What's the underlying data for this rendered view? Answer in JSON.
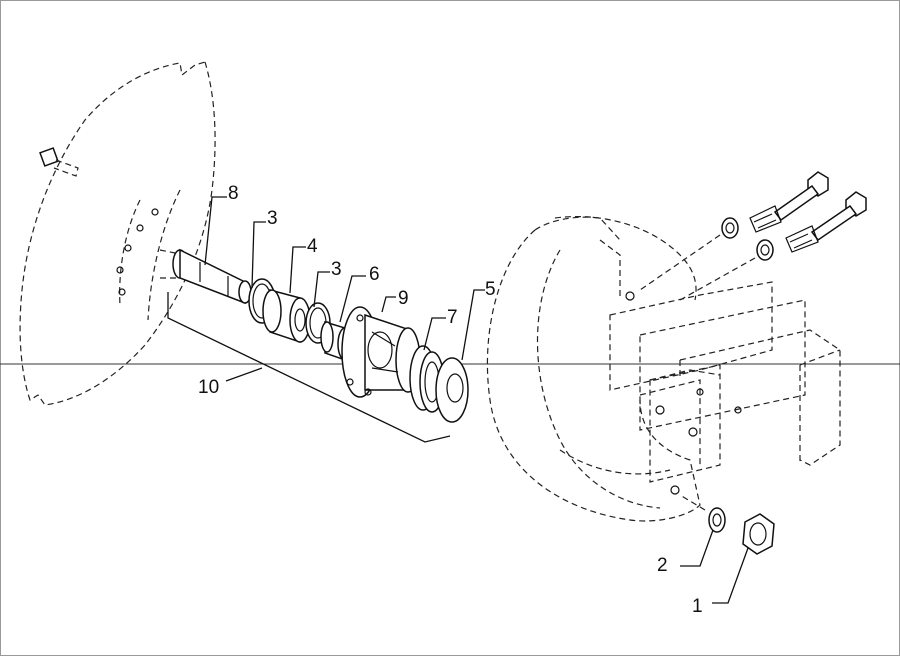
{
  "diagram": {
    "callouts": {
      "c1": "1",
      "c2": "2",
      "c3a": "3",
      "c3b": "3",
      "c4": "4",
      "c5": "5",
      "c6": "6",
      "c7": "7",
      "c8": "8",
      "c9": "9",
      "c10": "10"
    },
    "colors": {
      "line": "#111111",
      "background": "#ffffff"
    }
  }
}
